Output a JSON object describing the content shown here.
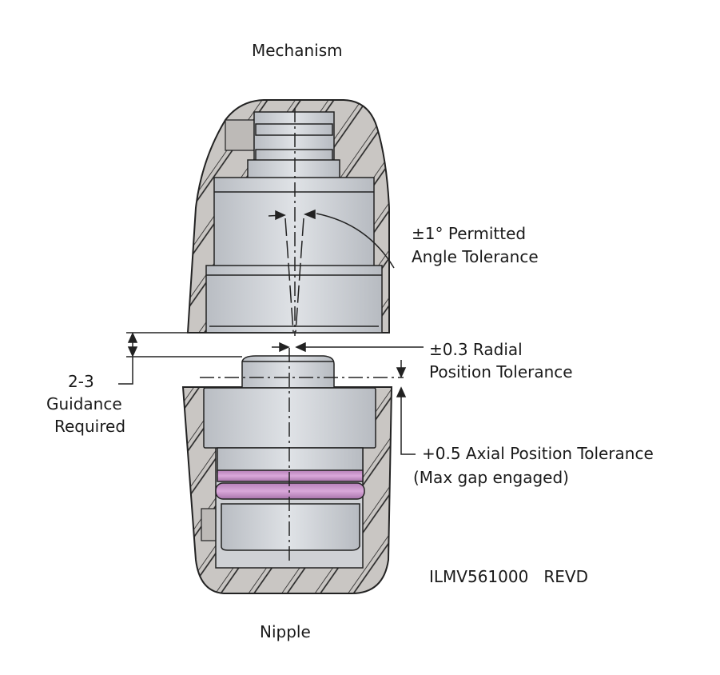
{
  "title_top": "Mechanism",
  "title_bottom": "Nipple",
  "angle": {
    "line1": "±1° Permitted",
    "line2": "Angle Tolerance"
  },
  "radial": {
    "line1": "±0.3 Radial",
    "line2": "Position Tolerance"
  },
  "guidance": {
    "line1": "2-3",
    "line2": "Guidance",
    "line3": "Required"
  },
  "axial": {
    "line1": "+0.5 Axial Position Tolerance",
    "line2": "(Max gap engaged)"
  },
  "drawing_id": "ILMV561000   REVD",
  "colors": {
    "housing": "#c9c6c3",
    "metal": "#d4d7dc",
    "oring": "#c792c9",
    "line": "#1a1a1a"
  }
}
